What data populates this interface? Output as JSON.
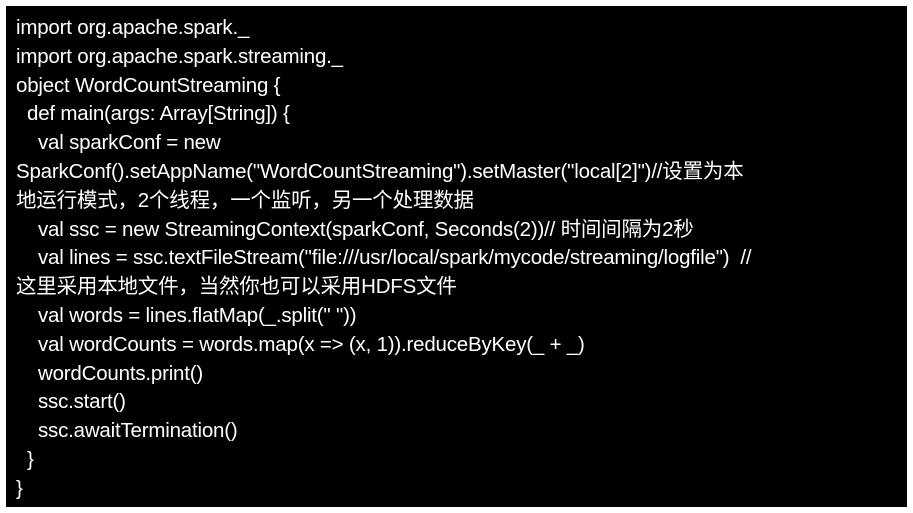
{
  "theme": {
    "background": "#000000",
    "text_color": "#ffffff"
  },
  "code": {
    "lines": [
      "import org.apache.spark._",
      "import org.apache.spark.streaming._",
      "object WordCountStreaming {",
      "  def main(args: Array[String]) {",
      "    val sparkConf = new",
      "SparkConf().setAppName(\"WordCountStreaming\").setMaster(\"local[2]\")//设置为本",
      "地运行模式，2个线程，一个监听，另一个处理数据",
      "    val ssc = new StreamingContext(sparkConf, Seconds(2))// 时间间隔为2秒",
      "    val lines = ssc.textFileStream(\"file:///usr/local/spark/mycode/streaming/logfile\")  //",
      "这里采用本地文件，当然你也可以采用HDFS文件",
      "    val words = lines.flatMap(_.split(\" \"))",
      "    val wordCounts = words.map(x => (x, 1)).reduceByKey(_ + _)",
      "    wordCounts.print()",
      "    ssc.start()",
      "    ssc.awaitTermination()",
      "  }",
      "}"
    ]
  }
}
